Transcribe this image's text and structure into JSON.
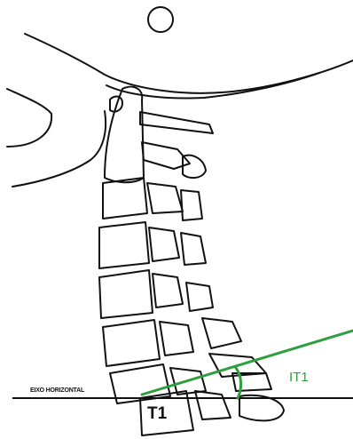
{
  "labels": {
    "horizontal_axis": "EIXO HORIZONTAL",
    "vertebra": "T1",
    "angle": "IT1"
  },
  "colors": {
    "outline": "#111111",
    "angle_line": "#2e9e3e",
    "background": "#ffffff"
  }
}
